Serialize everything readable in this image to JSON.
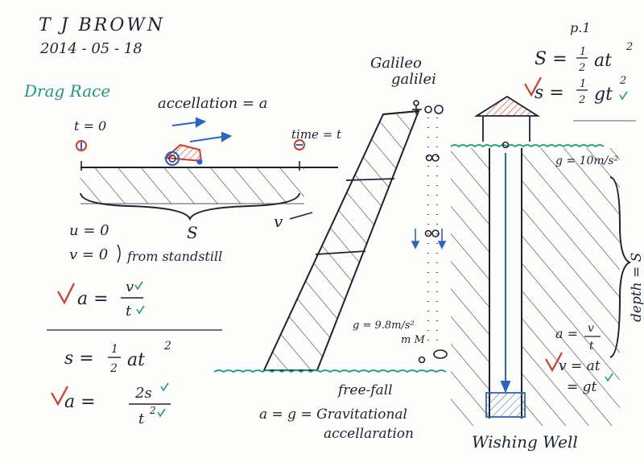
{
  "header": {
    "author": "T J BROWN",
    "date": "2014 - 05 - 18",
    "page": "p.1"
  },
  "drag_race": {
    "title": "Drag Race",
    "accel_label": "accellation = a",
    "t0_label": "t = 0",
    "time_label": "time = t",
    "s_label": "S",
    "v_label": "v",
    "u_eq": "u = 0",
    "v_eq": "v = 0",
    "standstill": "from standstill",
    "a_lhs": "a =",
    "v_num": "v",
    "t_den": "t",
    "s_eq_lhs": "s =",
    "half_num": "1",
    "half_den": "2",
    "at2": "at",
    "sq": "2",
    "a2_lhs": "a =",
    "twos_num": "2s",
    "t2_den": "t"
  },
  "galileo": {
    "name1": "Galileo",
    "name2": "galilei",
    "g_val": "g = 9.8m/s²",
    "masses": "m  M",
    "free_fall": "free-fall",
    "a_eq_g": "a = g = Gravitational",
    "accel": "accellaration"
  },
  "well": {
    "s_lhs": "S =",
    "half_num": "1",
    "half_den": "2",
    "at2": "at",
    "sq": "2",
    "s2_lhs": "s =",
    "gt2": "gt",
    "g_val": "g = 10m/s²",
    "depth": "depth = S",
    "a_lhs": "a =",
    "v_num": "v",
    "t_den": "t",
    "v_eq": "v = at",
    "gt_eq": "= gt",
    "title": "Wishing Well"
  },
  "colors": {
    "ink": "#1d2333",
    "red": "#d23a2a",
    "blue": "#2a64c8",
    "green": "#1e9b7a",
    "hatch": "#3a3f4c"
  }
}
